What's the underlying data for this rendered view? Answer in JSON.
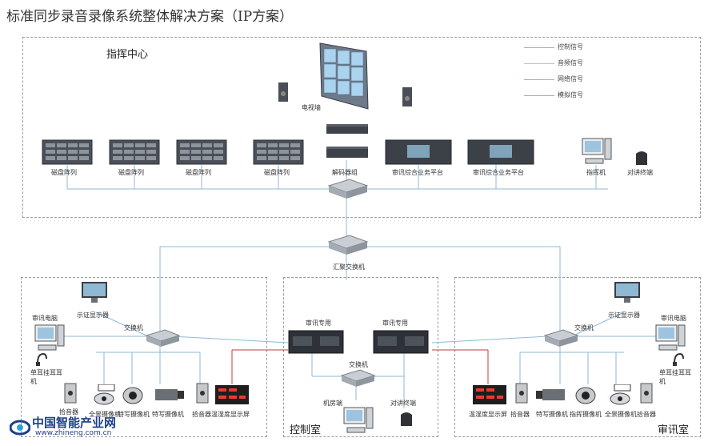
{
  "title": "标准同步录音录像系统整体解决方案（IP方案）",
  "zones": {
    "command_center": "指挥中心",
    "control_room": "控制室",
    "interrogation_room_right": "审讯室"
  },
  "legend": [
    {
      "label": "控制信号",
      "color": "#9fb6d6"
    },
    {
      "label": "音频信号",
      "color": "#d9c38a"
    },
    {
      "label": "网络信号",
      "color": "#8fbad6"
    },
    {
      "label": "模拟信号",
      "color": "#c9a0a0"
    }
  ],
  "command_center": {
    "tv_wall": "电视墙",
    "storage": [
      "磁盘阵列",
      "磁盘阵列",
      "磁盘阵列",
      "磁盘阵列"
    ],
    "decoder": "解码器组",
    "platform_1": "审讯综合业务平台",
    "platform_2": "审讯综合业务平台",
    "command_station": "指挥机",
    "intercom": "对讲终端"
  },
  "core_switch": "汇聚交换机",
  "left_room": {
    "interrogator_pc": "审讯电脑",
    "evidence_display": "示证显示器",
    "switch": "交换机",
    "headset": "单耳挂耳耳机",
    "devices": [
      "拾音器",
      "全景摄像机",
      "特写摄像机",
      "特写摄像机",
      "拾音器",
      "温湿度显示屏"
    ]
  },
  "control_room": {
    "host_1": "审讯专用",
    "host_2": "审讯专用",
    "switch": "交换机",
    "monitor_pc": "机房端",
    "intercom": "对讲终端"
  },
  "right_room": {
    "evidence_display": "示证显示器",
    "interrogator_pc": "审讯电脑",
    "switch": "交换机",
    "headset": "单耳挂耳耳机",
    "devices": [
      "温湿度显示屏",
      "拾音器",
      "特写摄像机",
      "指挥摄像机",
      "全景摄像机",
      "拾音器"
    ]
  },
  "watermark": {
    "name": "中国智能产业网",
    "url": "www.zhineng.com.cn"
  }
}
